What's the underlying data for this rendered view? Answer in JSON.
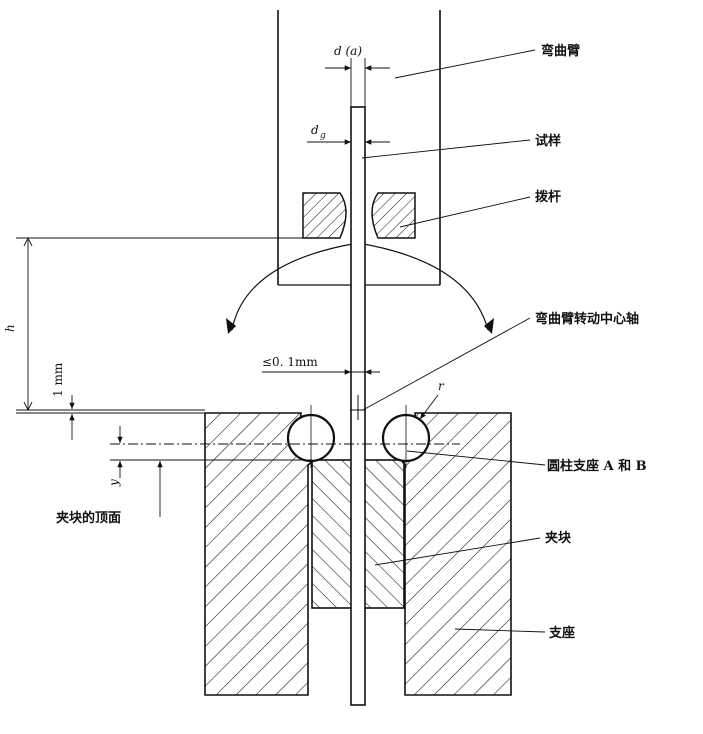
{
  "labels": {
    "bending_arm": "弯曲臂",
    "specimen": "试样",
    "lever": "拨杆",
    "pivot_axis": "弯曲臂转动中心轴",
    "cylinder_supports": "圆柱支座 A 和 B",
    "clamp_block": "夹块",
    "support_base": "支座",
    "clamp_top_surface": "夹块的顶面"
  },
  "dimensions": {
    "d": "d (a)",
    "dg": "d",
    "dg_sub": "g",
    "h": "h",
    "one_mm": "1 mm",
    "clearance": "≤0. 1mm",
    "y": "y",
    "r": "r"
  },
  "colors": {
    "line": "#111111",
    "background": "#ffffff"
  }
}
